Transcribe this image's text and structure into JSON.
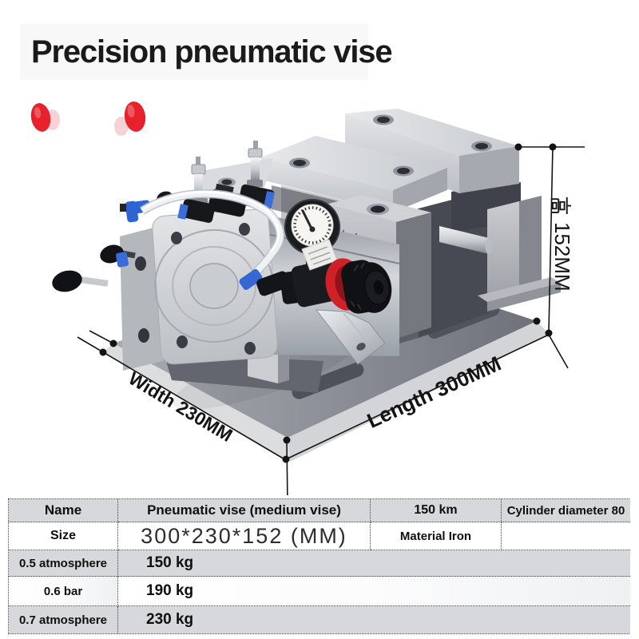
{
  "title": "Precision pneumatic vise",
  "annotations": {
    "height_prefix": "高",
    "height_value": "152MM",
    "width_label": "Width 230MM",
    "length_label": "Length 300MM"
  },
  "colors": {
    "accent_red": "#e7222c",
    "regulator_red": "#cf2127",
    "dimension_line": "#141414",
    "table_row_gray": "#d7d8db",
    "metal_light": "#d6d8db",
    "metal_dark": "#5a5d65"
  },
  "spec_table": {
    "rows": [
      {
        "cells": [
          "Name",
          "Pneumatic vise (medium vise)",
          "150 km",
          "Cylinder diameter 80"
        ]
      },
      {
        "cells": [
          "Size",
          "300*230*152 (MM)",
          "Material Iron",
          ""
        ]
      },
      {
        "cells": [
          "0.5 atmosphere",
          "150 kg"
        ]
      },
      {
        "cells": [
          "0.6 bar",
          "190 kg"
        ]
      },
      {
        "cells": [
          "0.7 atmosphere",
          "230 kg"
        ]
      }
    ]
  }
}
